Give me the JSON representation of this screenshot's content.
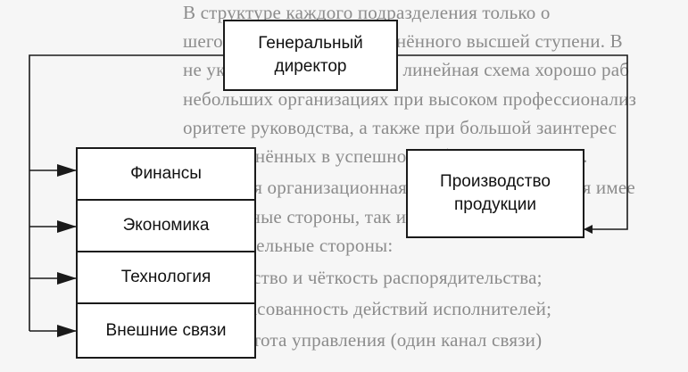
{
  "diagram": {
    "nodes": {
      "ceo": "Генеральный директор",
      "finance": "Финансы",
      "economics": "Экономика",
      "technology": "Технология",
      "external": "Внешние связи",
      "production": "Производство продукции"
    }
  },
  "background_text": [
    "В структуре каждого подразделения только о",
    "шего руководителя, подчинённого высшей ступени. В",
    "не указана обратная связь, линейная схема хорошо раб",
    "небольших организациях при высоком профессионализ",
    "оритете руководства, а также при большой заинтерес",
    "ти подчинённых в успешной работе организации.",
    "Линейная организационная структура управления имее",
    "ожительные стороны, так и недостатки.",
    "Положительные стороны:",
    "единство и чёткость распорядительства;",
    "согласованность действий исполнителей;",
    "простота управления (один канал связи)"
  ],
  "colors": {
    "line": "#1a1a1a",
    "box_fill": "#ffffff",
    "background": "#f6f6f6",
    "faint_text": "#8c8c8c"
  }
}
